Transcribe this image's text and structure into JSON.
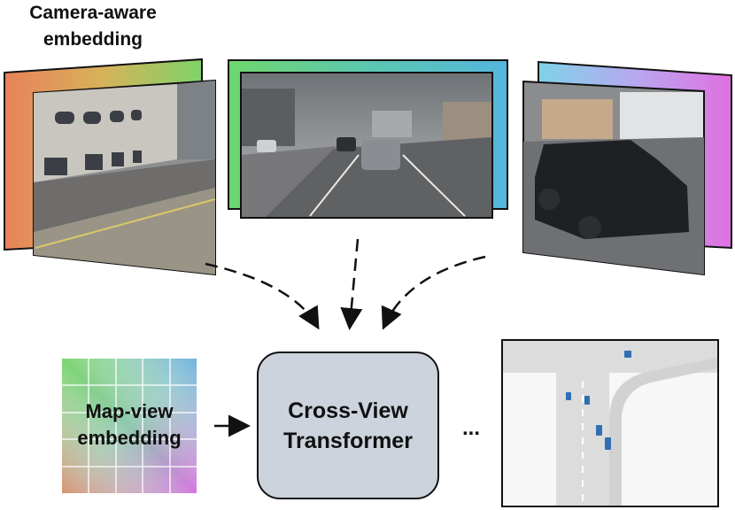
{
  "camera_embedding": {
    "label_line1": "Camera-aware",
    "label_line2": "embedding"
  },
  "map_embedding": {
    "label_line1": "Map-view",
    "label_line2": "embedding"
  },
  "transformer": {
    "label_line1": "Cross-View",
    "label_line2": "Transformer"
  },
  "continuation": "...",
  "colors": {
    "box_fill": "#ccd3dd",
    "left_gradient": [
      "#e8825a",
      "#d7b25a",
      "#7ed36a"
    ],
    "center_gradient": [
      "#6fd66c",
      "#5cc7b0",
      "#55b5dd"
    ],
    "right_gradient": [
      "#7fd2e8",
      "#b8a8ef",
      "#e070e0"
    ],
    "map_gradient": [
      "#7dd66d",
      "#6cb0e6",
      "#e08c6a",
      "#d676e0"
    ],
    "vehicle_blue": "#2f6fb2",
    "road_gray": "#dcdcdc"
  },
  "icons": [
    "dashed-arrow-icon",
    "solid-arrow-icon"
  ]
}
